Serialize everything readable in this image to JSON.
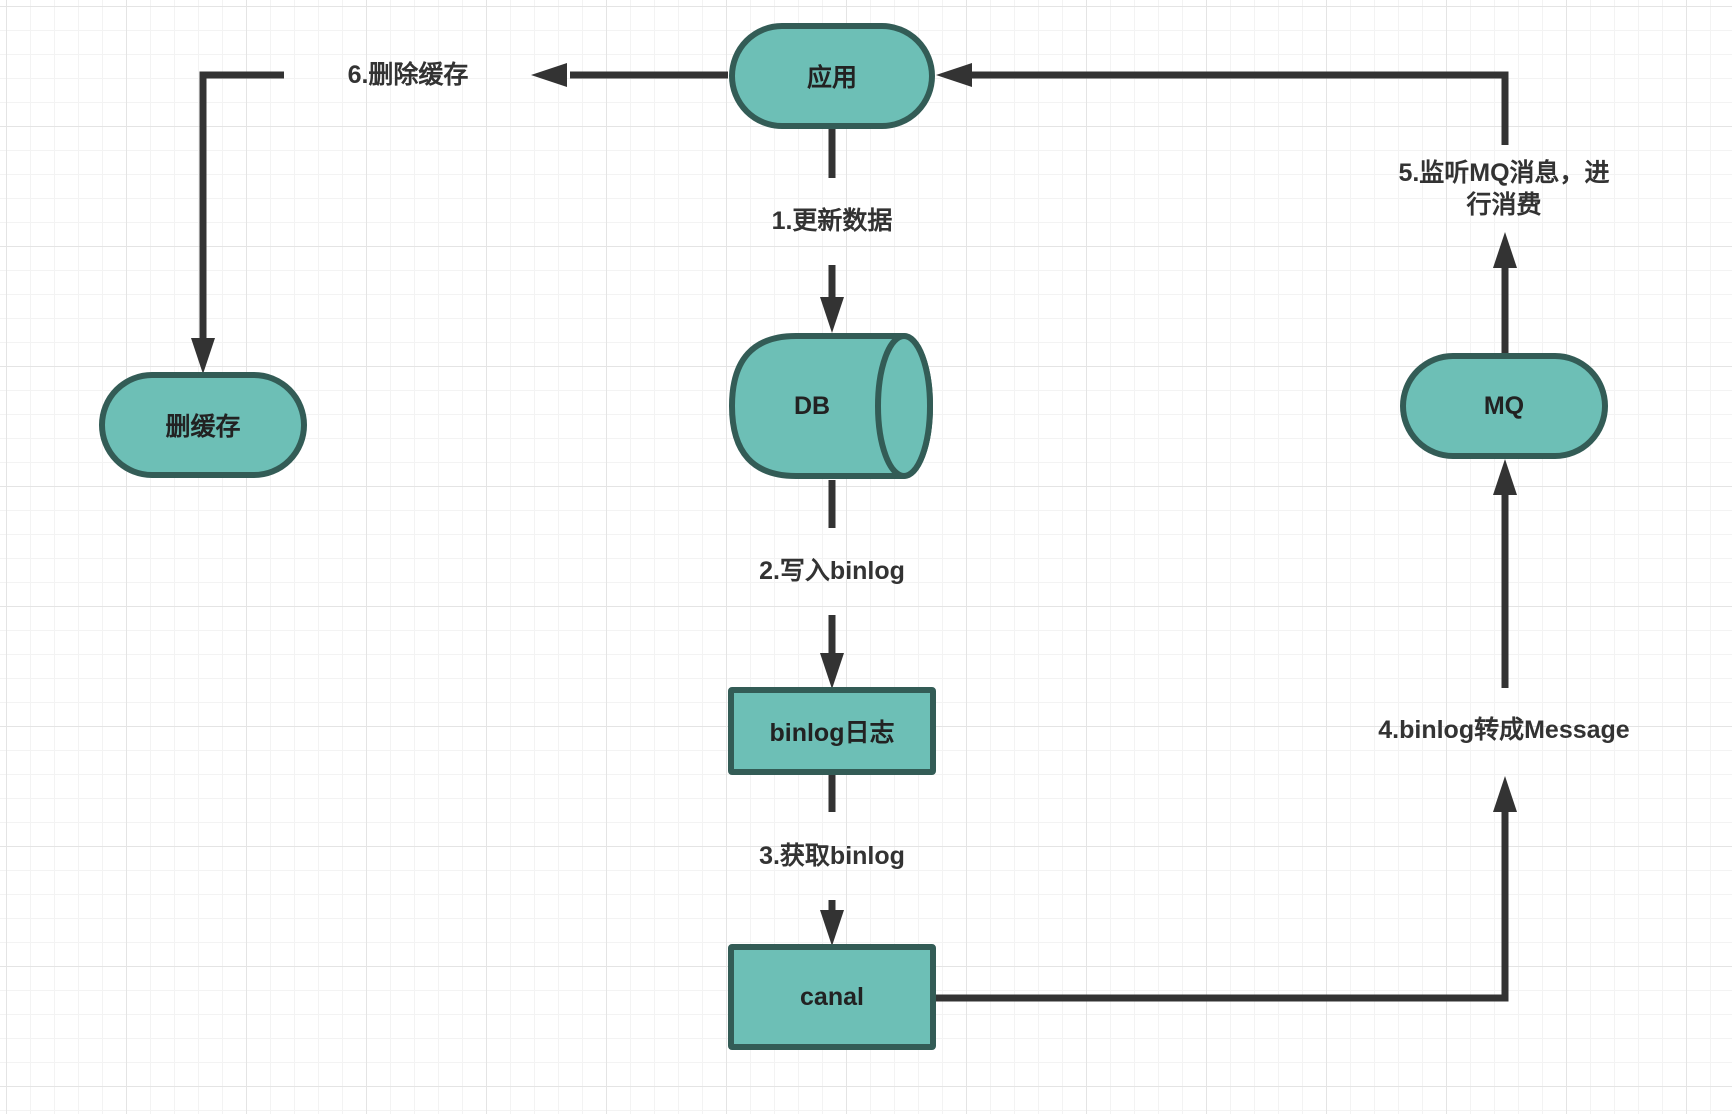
{
  "colors": {
    "node_fill": "#6dbfb6",
    "node_stroke": "#335c56",
    "edge": "#333333",
    "grid": "#e4e4e4"
  },
  "nodes": {
    "app": "应用",
    "db": "DB",
    "binlog_log": "binlog日志",
    "canal": "canal",
    "mq": "MQ",
    "delete_cache": "删缓存"
  },
  "edge_labels": {
    "update_data": "1.更新数据",
    "write_binlog": "2.写入binlog",
    "fetch_binlog": "3.获取binlog",
    "binlog_to_message": "4.binlog转成Message",
    "listen_mq_line1": "5.监听MQ消息，进",
    "listen_mq_line2": "行消费",
    "delete_cache": "6.删除缓存"
  }
}
